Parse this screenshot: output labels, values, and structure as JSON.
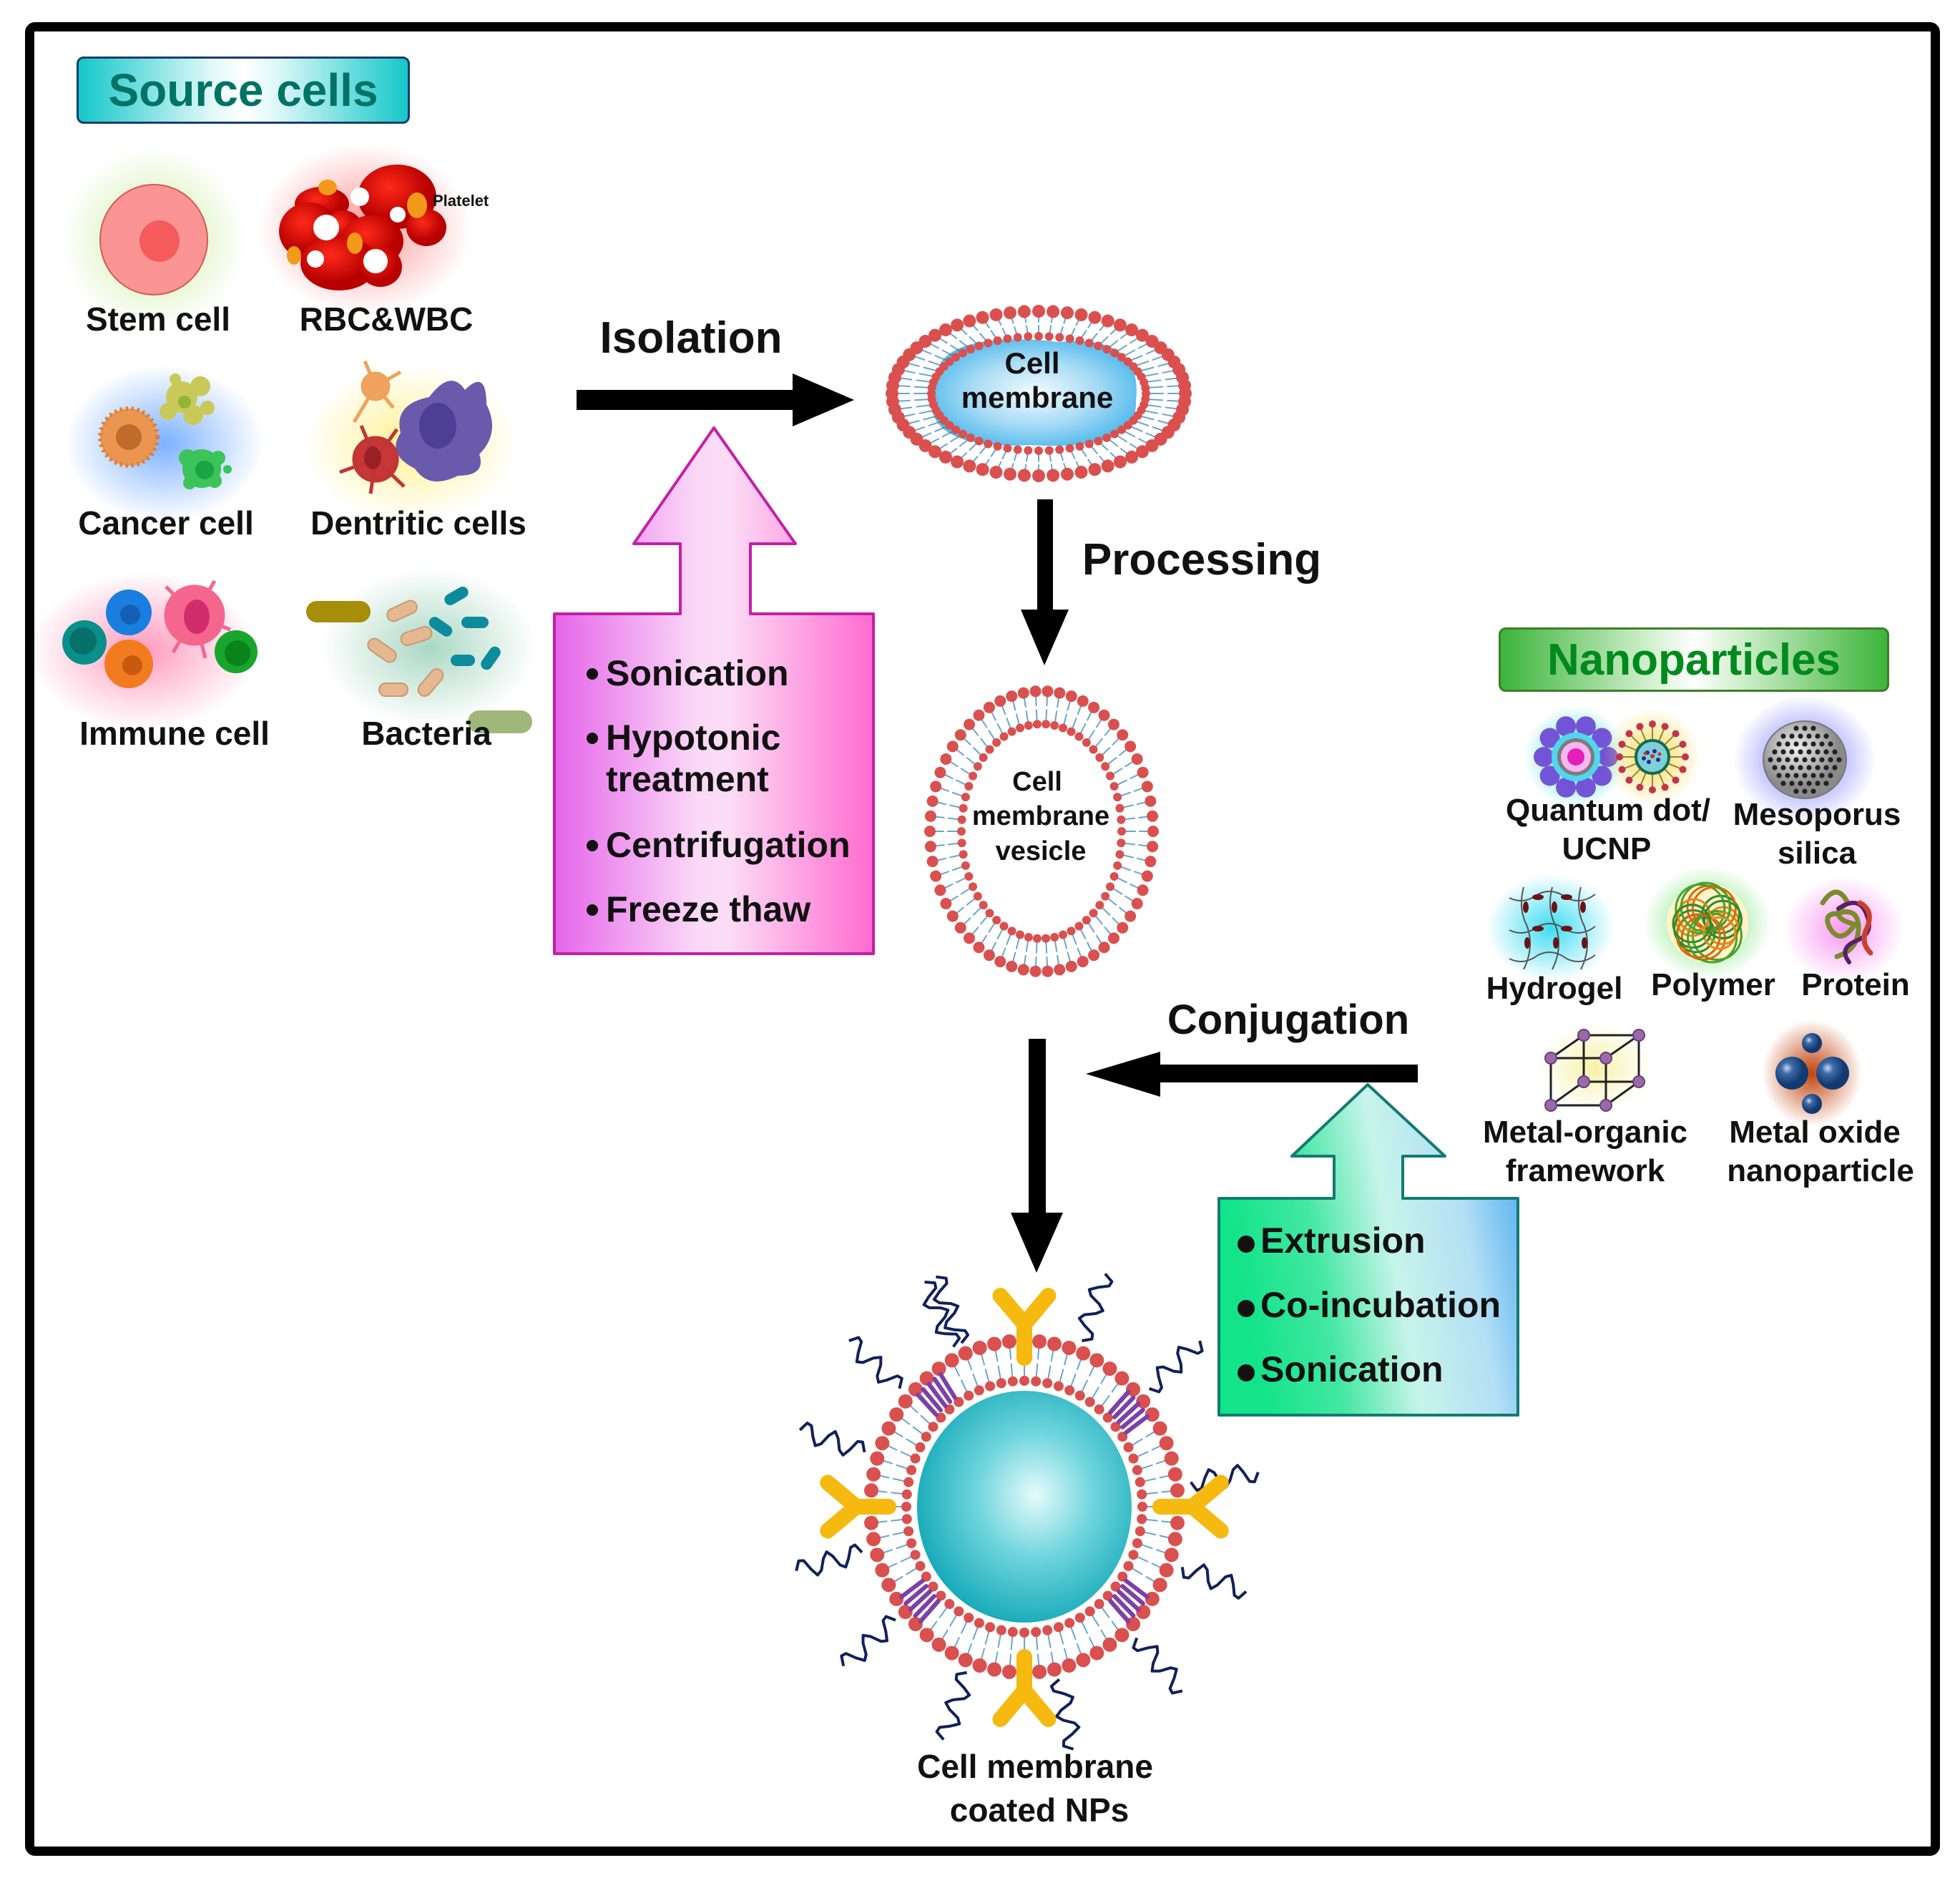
{
  "figure": {
    "type": "process-schematic",
    "subject": "Preparation of cell membrane coated nanoparticles"
  },
  "source_cells": {
    "title": "Source cells",
    "items": [
      {
        "label": "Stem cell",
        "icon": "stem-cell-icon",
        "glow": "#c8ec9c"
      },
      {
        "label": "RBC&WBC",
        "icon": "blood-cells-icon",
        "glow": "#ff9a9a",
        "annotation": "Platelet"
      },
      {
        "label": "Cancer cell",
        "icon": "cancer-cells-icon",
        "glow": "#7fb3ff"
      },
      {
        "label": "Dentritic cells",
        "icon": "dendritic-cells-icon",
        "glow": "#fff09a"
      },
      {
        "label": "Immune cell",
        "icon": "immune-cells-icon",
        "glow": "#ff9ec0"
      },
      {
        "label": "Bacteria",
        "icon": "bacteria-icon",
        "glow": "#a9d8c4"
      }
    ]
  },
  "steps": {
    "isolation": "Isolation",
    "processing": "Processing",
    "conjugation": "Conjugation"
  },
  "isolation_methods": {
    "color": "#e35ce8",
    "items": [
      "Sonication",
      "Hypotonic treatment",
      "Centrifugation",
      "Freeze thaw"
    ],
    "lines": [
      [
        "Sonication"
      ],
      [
        "Hypotonic",
        "treatment"
      ],
      [
        "Centrifugation"
      ],
      [
        "Freeze thaw"
      ]
    ]
  },
  "conjugation_methods": {
    "color_start": "#19e08a",
    "color_end": "#4aa8f0",
    "items": [
      "Extrusion",
      "Co-incubation",
      "Sonication"
    ]
  },
  "intermediates": {
    "cell_membrane": {
      "line1": "Cell",
      "line2": "membrane"
    },
    "vesicle": {
      "line1": "Cell",
      "line2": "membrane",
      "line3": "vesicle"
    }
  },
  "nanoparticles": {
    "title": "Nanoparticles",
    "items": [
      {
        "lines": [
          "Quantum dot/",
          "UCNP"
        ],
        "icon": "quantum-dot-ucnp-icon"
      },
      {
        "lines": [
          "Mesoporus",
          "silica"
        ],
        "icon": "mesoporous-silica-icon"
      },
      {
        "lines": [
          "Hydrogel"
        ],
        "icon": "hydrogel-icon"
      },
      {
        "lines": [
          "Polymer"
        ],
        "icon": "polymer-icon"
      },
      {
        "lines": [
          "Protein"
        ],
        "icon": "protein-icon"
      },
      {
        "lines": [
          "Metal-organic",
          "framework"
        ],
        "icon": "mof-icon"
      },
      {
        "lines": [
          "Metal oxide",
          "nanoparticle"
        ],
        "icon": "metal-oxide-icon"
      }
    ]
  },
  "product": {
    "line1": "Cell membrane",
    "line2": "coated NPs"
  },
  "colors": {
    "lipid_head": "#d9504f",
    "lipid_tail": "#2c7fb8",
    "np_core": "#19b3c4",
    "antibody": "#f5b90f",
    "peg_chain": "#12205a",
    "membrane_protein": "#7d3fa8"
  }
}
